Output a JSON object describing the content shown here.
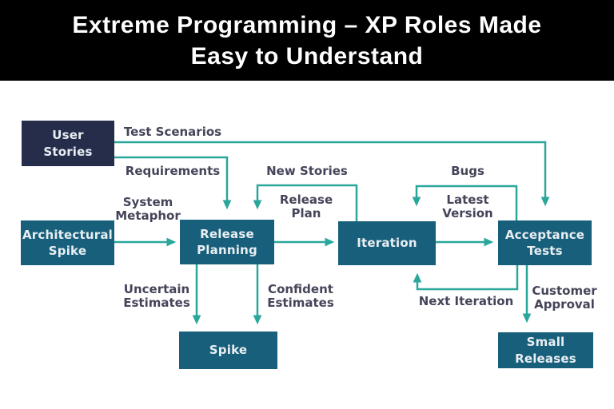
{
  "header": {
    "title_line1": "Extreme Programming – XP Roles Made",
    "title_line2": "Easy to Understand"
  },
  "diagram": {
    "boxes": {
      "user_stories": "User\nStories",
      "architectural_spike": "Architectural\nSpike",
      "release_planning": "Release\nPlanning",
      "iteration": "Iteration",
      "acceptance_tests": "Acceptance\nTests",
      "spike": "Spike",
      "small_releases": "Small\nReleases"
    },
    "labels": {
      "test_scenarios": "Test Scenarios",
      "requirements": "Requirements",
      "system_metaphor": "System\nMetaphor",
      "new_stories": "New Stories",
      "release_plan": "Release\nPlan",
      "bugs": "Bugs",
      "latest_version": "Latest\nVersion",
      "uncertain_estimates": "Uncertain\nEstimates",
      "confident_estimates": "Confident\nEstimates",
      "next_iteration": "Next Iteration",
      "customer_approval": "Customer\nApproval"
    }
  },
  "colors": {
    "header_bg": "#000000",
    "header_text": "#ffffff",
    "canvas_bg": "#ffffff",
    "navy_box": "#252d4b",
    "teal_box": "#175f7a",
    "box_text": "#e9eef3",
    "arrow": "#2aa79b",
    "label_text": "#45455a"
  }
}
